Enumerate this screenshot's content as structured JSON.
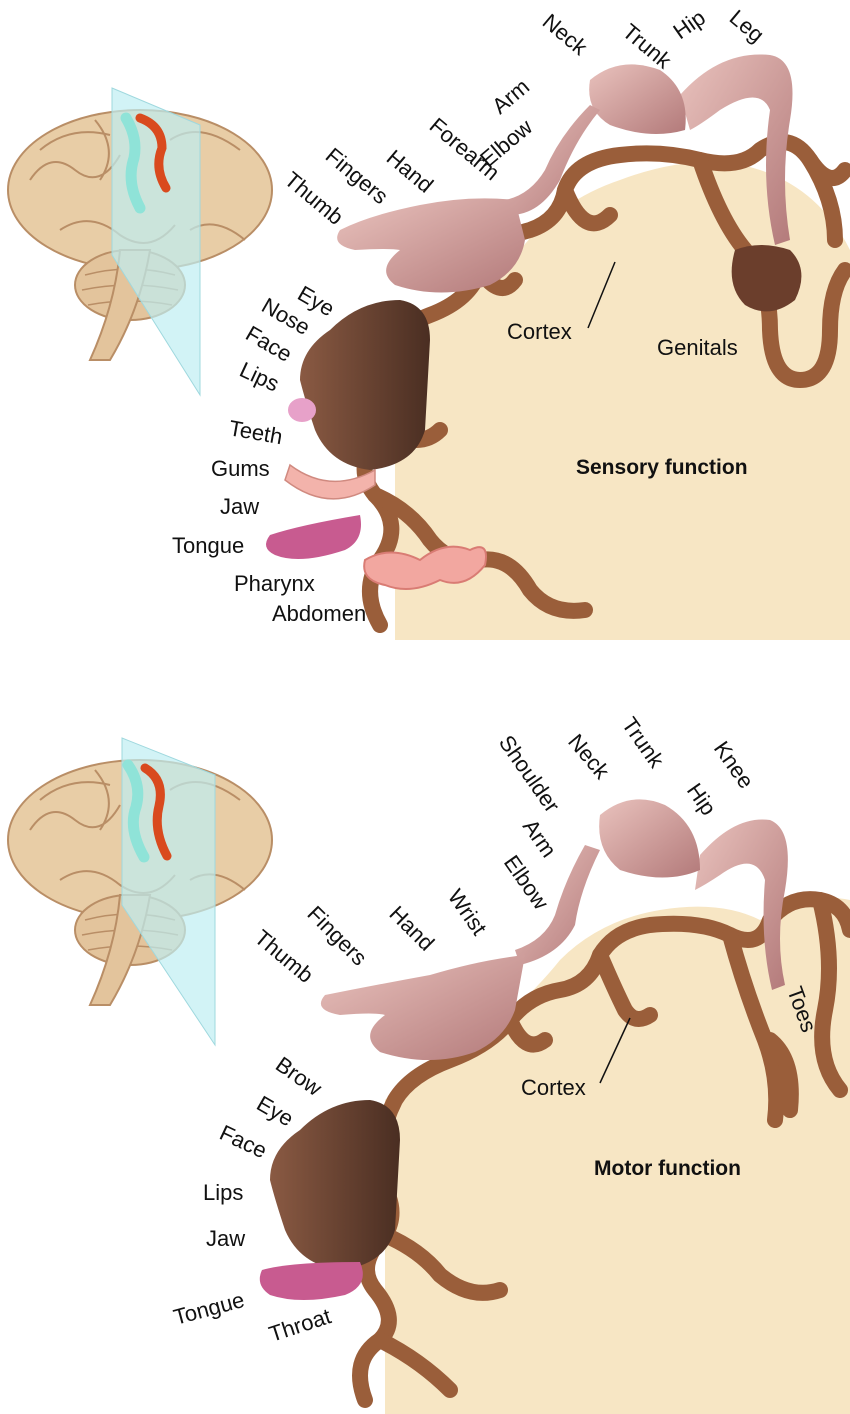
{
  "sensory": {
    "title": "Sensory function",
    "cortex_label": "Cortex",
    "genitals_label": "Genitals",
    "body_labels": [
      {
        "name": "neck",
        "text": "Neck"
      },
      {
        "name": "trunk",
        "text": "Trunk"
      },
      {
        "name": "hip",
        "text": "Hip"
      },
      {
        "name": "leg",
        "text": "Leg"
      },
      {
        "name": "arm",
        "text": "Arm"
      },
      {
        "name": "elbow",
        "text": "Elbow"
      },
      {
        "name": "forearm",
        "text": "Forearm"
      },
      {
        "name": "hand",
        "text": "Hand"
      },
      {
        "name": "fingers",
        "text": "Fingers"
      },
      {
        "name": "thumb",
        "text": "Thumb"
      },
      {
        "name": "eye",
        "text": "Eye"
      },
      {
        "name": "nose",
        "text": "Nose"
      },
      {
        "name": "face",
        "text": "Face"
      },
      {
        "name": "lips",
        "text": "Lips"
      },
      {
        "name": "teeth",
        "text": "Teeth"
      },
      {
        "name": "gums",
        "text": "Gums"
      },
      {
        "name": "jaw",
        "text": "Jaw"
      },
      {
        "name": "tongue",
        "text": "Tongue"
      },
      {
        "name": "pharynx",
        "text": "Pharynx"
      },
      {
        "name": "abdomen",
        "text": "Abdomen"
      }
    ]
  },
  "motor": {
    "title": "Motor function",
    "cortex_label": "Cortex",
    "toes_label": "Toes",
    "body_labels": [
      {
        "name": "shoulder",
        "text": "Shoulder"
      },
      {
        "name": "neck",
        "text": "Neck"
      },
      {
        "name": "trunk",
        "text": "Trunk"
      },
      {
        "name": "hip",
        "text": "Hip"
      },
      {
        "name": "knee",
        "text": "Knee"
      },
      {
        "name": "arm",
        "text": "Arm"
      },
      {
        "name": "elbow",
        "text": "Elbow"
      },
      {
        "name": "wrist",
        "text": "Wrist"
      },
      {
        "name": "hand",
        "text": "Hand"
      },
      {
        "name": "fingers",
        "text": "Fingers"
      },
      {
        "name": "thumb",
        "text": "Thumb"
      },
      {
        "name": "brow",
        "text": "Brow"
      },
      {
        "name": "eye",
        "text": "Eye"
      },
      {
        "name": "face",
        "text": "Face"
      },
      {
        "name": "lips",
        "text": "Lips"
      },
      {
        "name": "jaw",
        "text": "Jaw"
      },
      {
        "name": "tongue",
        "text": "Tongue"
      },
      {
        "name": "throat",
        "text": "Throat"
      }
    ]
  },
  "colors": {
    "cortex_gray_matter": "#9a5e3a",
    "white_matter": "#f7e6c4",
    "brain_surface": "#e8cda6",
    "brain_sulci": "#b98e66",
    "sensory_strip": "#8fe3d8",
    "motor_strip": "#d94a1e",
    "section_plane": "#bfeef2",
    "skin": "#d6a3a3",
    "head_skin": "#6b4433",
    "tongue": "#c85b90",
    "teeth_gums": "#f0a0a0",
    "intestine": "#f2a7a0"
  }
}
